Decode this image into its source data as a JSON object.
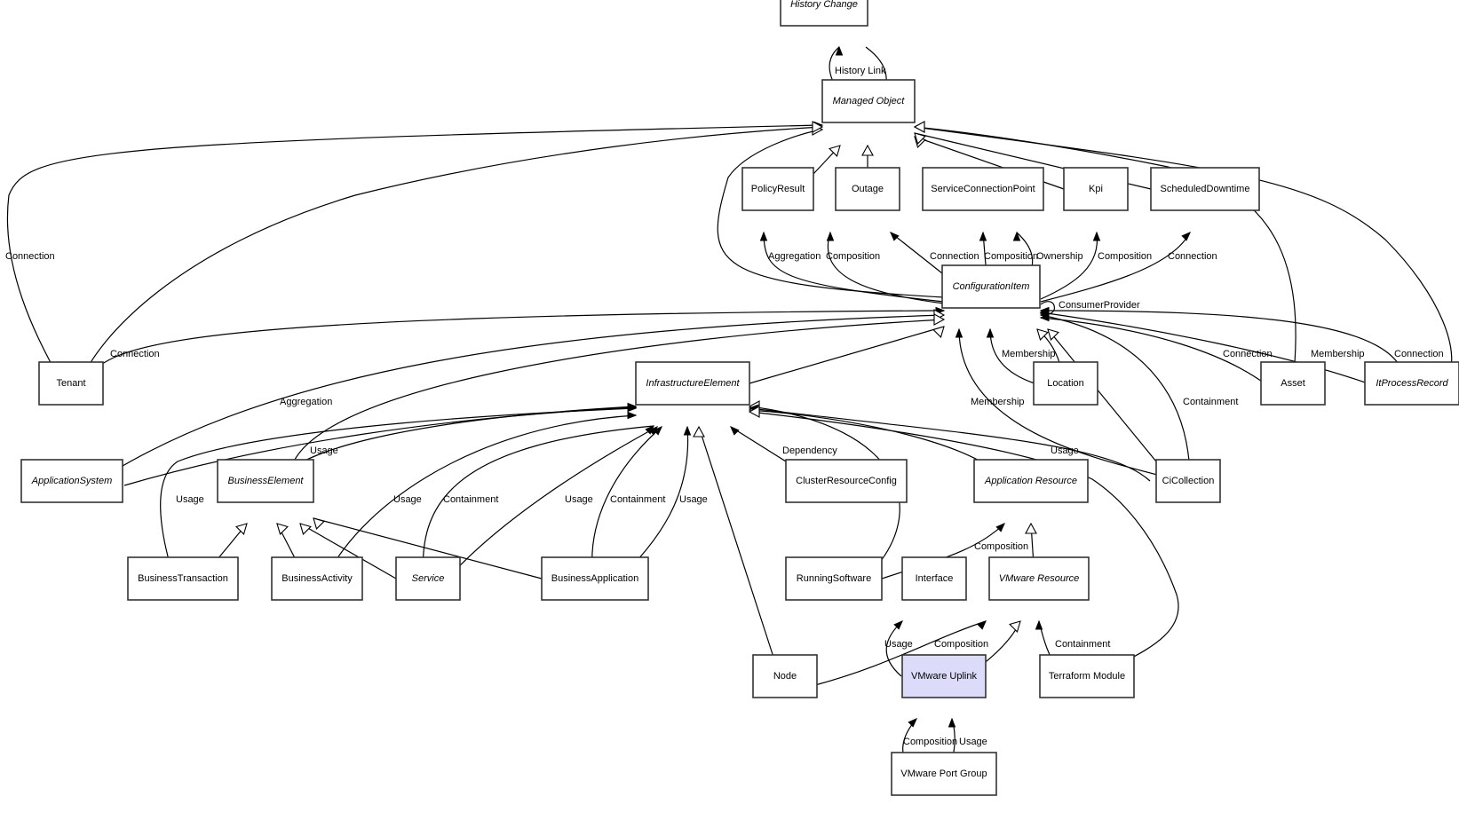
{
  "diagram": {
    "title": "Class relationship diagram",
    "highlight_color": "#dcdcfa",
    "nodes": [
      {
        "id": "history-change",
        "label": "History Change",
        "abstract": true
      },
      {
        "id": "managed-object",
        "label": "Managed Object",
        "abstract": true
      },
      {
        "id": "policy-result",
        "label": "PolicyResult",
        "abstract": false
      },
      {
        "id": "outage",
        "label": "Outage",
        "abstract": false
      },
      {
        "id": "service-connection-point",
        "label": "ServiceConnectionPoint",
        "abstract": false
      },
      {
        "id": "kpi",
        "label": "Kpi",
        "abstract": false
      },
      {
        "id": "scheduled-downtime",
        "label": "ScheduledDowntime",
        "abstract": false
      },
      {
        "id": "configuration-item",
        "label": "ConfigurationItem",
        "abstract": true
      },
      {
        "id": "tenant",
        "label": "Tenant",
        "abstract": false
      },
      {
        "id": "infrastructure-element",
        "label": "InfrastructureElement",
        "abstract": true
      },
      {
        "id": "location",
        "label": "Location",
        "abstract": false
      },
      {
        "id": "asset",
        "label": "Asset",
        "abstract": false
      },
      {
        "id": "it-process-record",
        "label": "ItProcessRecord",
        "abstract": true
      },
      {
        "id": "application-system",
        "label": "ApplicationSystem",
        "abstract": true
      },
      {
        "id": "business-element",
        "label": "BusinessElement",
        "abstract": true
      },
      {
        "id": "cluster-resource-config",
        "label": "ClusterResourceConfig",
        "abstract": false
      },
      {
        "id": "application-resource",
        "label": "Application Resource",
        "abstract": true
      },
      {
        "id": "ci-collection",
        "label": "CiCollection",
        "abstract": false
      },
      {
        "id": "business-transaction",
        "label": "BusinessTransaction",
        "abstract": false
      },
      {
        "id": "business-activity",
        "label": "BusinessActivity",
        "abstract": false
      },
      {
        "id": "service",
        "label": "Service",
        "abstract": true
      },
      {
        "id": "business-application",
        "label": "BusinessApplication",
        "abstract": false
      },
      {
        "id": "running-software",
        "label": "RunningSoftware",
        "abstract": false
      },
      {
        "id": "interface",
        "label": "Interface",
        "abstract": false
      },
      {
        "id": "vmware-resource",
        "label": "VMware Resource",
        "abstract": true
      },
      {
        "id": "node",
        "label": "Node",
        "abstract": false
      },
      {
        "id": "vmware-uplink",
        "label": "VMware Uplink",
        "abstract": false,
        "highlighted": true
      },
      {
        "id": "terraform-module",
        "label": "Terraform Module",
        "abstract": false
      },
      {
        "id": "vmware-port-group",
        "label": "VMware Port Group",
        "abstract": false
      }
    ],
    "edges": [
      {
        "from": "managed-object",
        "to": "history-change",
        "label": "History Link",
        "kind": "association"
      },
      {
        "from": "history-change",
        "to": "managed-object",
        "label": "",
        "kind": "inheritance"
      },
      {
        "from": "policy-result",
        "to": "managed-object",
        "label": "",
        "kind": "inheritance"
      },
      {
        "from": "outage",
        "to": "managed-object",
        "label": "",
        "kind": "inheritance"
      },
      {
        "from": "kpi",
        "to": "managed-object",
        "label": "",
        "kind": "inheritance"
      },
      {
        "from": "scheduled-downtime",
        "to": "managed-object",
        "label": "",
        "kind": "inheritance"
      },
      {
        "from": "configuration-item",
        "to": "managed-object",
        "label": "",
        "kind": "inheritance"
      },
      {
        "from": "tenant",
        "to": "managed-object",
        "label": "Connection",
        "kind": "association"
      },
      {
        "from": "tenant",
        "to": "managed-object",
        "label": "",
        "kind": "inheritance"
      },
      {
        "from": "asset",
        "to": "managed-object",
        "label": "",
        "kind": "inheritance"
      },
      {
        "from": "it-process-record",
        "to": "managed-object",
        "label": "",
        "kind": "inheritance"
      },
      {
        "from": "configuration-item",
        "to": "policy-result",
        "label": "Aggregation",
        "kind": "association"
      },
      {
        "from": "configuration-item",
        "to": "outage",
        "label": "Composition",
        "kind": "association"
      },
      {
        "from": "configuration-item",
        "to": "outage",
        "label": "Connection",
        "kind": "association"
      },
      {
        "from": "configuration-item",
        "to": "service-connection-point",
        "label": "Composition",
        "kind": "association"
      },
      {
        "from": "configuration-item",
        "to": "service-connection-point",
        "label": "Ownership",
        "kind": "association"
      },
      {
        "from": "configuration-item",
        "to": "kpi",
        "label": "Composition",
        "kind": "association"
      },
      {
        "from": "configuration-item",
        "to": "scheduled-downtime",
        "label": "Connection",
        "kind": "association"
      },
      {
        "from": "configuration-item",
        "to": "configuration-item",
        "label": "ConsumerProvider",
        "kind": "association"
      },
      {
        "from": "tenant",
        "to": "configuration-item",
        "label": "Connection",
        "kind": "association"
      },
      {
        "from": "application-system",
        "to": "configuration-item",
        "label": "Aggregation",
        "kind": "inheritance"
      },
      {
        "from": "business-element",
        "to": "configuration-item",
        "label": "",
        "kind": "inheritance"
      },
      {
        "from": "infrastructure-element",
        "to": "configuration-item",
        "label": "",
        "kind": "inheritance"
      },
      {
        "from": "location",
        "to": "configuration-item",
        "label": "Membership",
        "kind": "association"
      },
      {
        "from": "location",
        "to": "configuration-item",
        "label": "",
        "kind": "inheritance"
      },
      {
        "from": "ci-collection",
        "to": "configuration-item",
        "label": "Membership",
        "kind": "association"
      },
      {
        "from": "ci-collection",
        "to": "configuration-item",
        "label": "",
        "kind": "inheritance"
      },
      {
        "from": "ci-collection",
        "to": "configuration-item",
        "label": "Containment",
        "kind": "association"
      },
      {
        "from": "asset",
        "to": "configuration-item",
        "label": "Connection",
        "kind": "association"
      },
      {
        "from": "it-process-record",
        "to": "configuration-item",
        "label": "Membership",
        "kind": "association"
      },
      {
        "from": "it-process-record",
        "to": "configuration-item",
        "label": "Connection",
        "kind": "association"
      },
      {
        "from": "application-system",
        "to": "infrastructure-element",
        "label": "",
        "kind": "association"
      },
      {
        "from": "business-transaction",
        "to": "infrastructure-element",
        "label": "Usage",
        "kind": "association"
      },
      {
        "from": "business-element",
        "to": "infrastructure-element",
        "label": "Usage",
        "kind": "association"
      },
      {
        "from": "business-activity",
        "to": "infrastructure-element",
        "label": "Usage",
        "kind": "association"
      },
      {
        "from": "service",
        "to": "infrastructure-element",
        "label": "Containment",
        "kind": "association"
      },
      {
        "from": "service",
        "to": "infrastructure-element",
        "label": "Usage",
        "kind": "association"
      },
      {
        "from": "business-application",
        "to": "infrastructure-element",
        "label": "Containment",
        "kind": "association"
      },
      {
        "from": "business-application",
        "to": "infrastructure-element",
        "label": "Usage",
        "kind": "association"
      },
      {
        "from": "node",
        "to": "infrastructure-element",
        "label": "",
        "kind": "inheritance"
      },
      {
        "from": "cluster-resource-config",
        "to": "infrastructure-element",
        "label": "Dependency",
        "kind": "association"
      },
      {
        "from": "running-software",
        "to": "infrastructure-element",
        "label": "",
        "kind": "inheritance"
      },
      {
        "from": "application-resource",
        "to": "infrastructure-element",
        "label": "",
        "kind": "inheritance"
      },
      {
        "from": "ci-collection",
        "to": "infrastructure-element",
        "label": "Usage",
        "kind": "association"
      },
      {
        "from": "terraform-module",
        "to": "infrastructure-element",
        "label": "",
        "kind": "inheritance"
      },
      {
        "from": "business-transaction",
        "to": "business-element",
        "label": "",
        "kind": "inheritance"
      },
      {
        "from": "business-activity",
        "to": "business-element",
        "label": "",
        "kind": "inheritance"
      },
      {
        "from": "service",
        "to": "business-element",
        "label": "",
        "kind": "inheritance"
      },
      {
        "from": "business-application",
        "to": "business-element",
        "label": "",
        "kind": "inheritance"
      },
      {
        "from": "running-software",
        "to": "application-resource",
        "label": "Composition",
        "kind": "association"
      },
      {
        "from": "vmware-resource",
        "to": "application-resource",
        "label": "",
        "kind": "inheritance"
      },
      {
        "from": "vmware-uplink",
        "to": "interface",
        "label": "Usage",
        "kind": "association"
      },
      {
        "from": "node",
        "to": "vmware-resource",
        "label": "Composition",
        "kind": "association"
      },
      {
        "from": "vmware-uplink",
        "to": "vmware-resource",
        "label": "",
        "kind": "inheritance"
      },
      {
        "from": "terraform-module",
        "to": "vmware-resource",
        "label": "Containment",
        "kind": "association"
      },
      {
        "from": "vmware-port-group",
        "to": "vmware-uplink",
        "label": "Composition",
        "kind": "association"
      },
      {
        "from": "vmware-port-group",
        "to": "vmware-uplink",
        "label": "Usage",
        "kind": "association"
      }
    ]
  }
}
